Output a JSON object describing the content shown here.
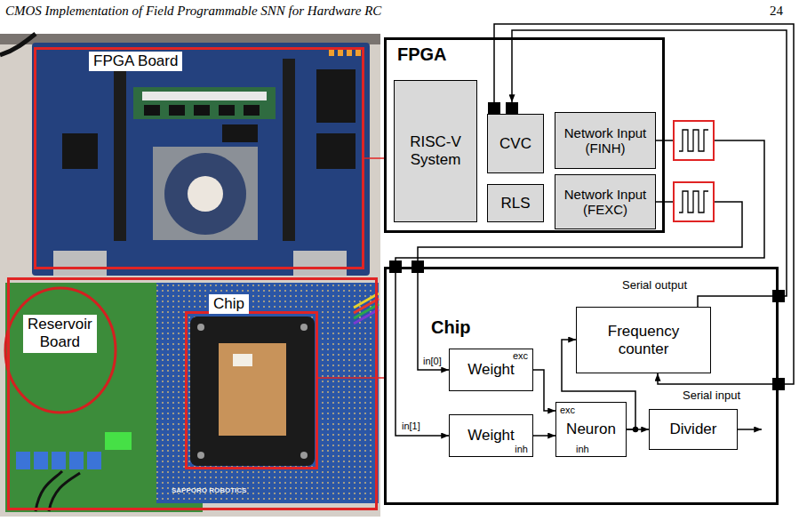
{
  "diagram": {
    "nodes": [
      {
        "text": [
          "FPGA Board"
        ]
      },
      {
        "text": [
          "Reservoir Board"
        ]
      },
      {
        "text": [
          "Chip"
        ],
        "in": 1
      },
      {
        "text": [
          "FPGA"
        ]
      },
      {
        "text": [
          "RISC-V System"
        ],
        "in": 3
      },
      {
        "text": [
          "CVC"
        ],
        "in": 3
      },
      {
        "text": [
          "Network Input (FINH)"
        ],
        "in": 3
      },
      {
        "text": [
          "RLS"
        ],
        "in": 3
      },
      {
        "text": [
          "Network Input (FEXC)"
        ],
        "in": 3
      },
      {
        "text": [
          "Chip"
        ]
      },
      {
        "text": [
          "Frequency counter"
        ],
        "in": 9
      },
      {
        "text": [
          "Weight",
          "exc"
        ],
        "in": 9
      },
      {
        "text": [
          "exc",
          "Neuron",
          "inh"
        ],
        "in": 9
      },
      {
        "text": [
          "Divider"
        ],
        "in": 9
      },
      {
        "text": [
          "Weight",
          "inh"
        ],
        "in": 9
      }
    ],
    "edges": [
      {
        "from": 0,
        "to": 3,
        "arrow": "none"
      },
      {
        "from": 2,
        "to": 9,
        "arrow": "none"
      },
      {
        "from": 6,
        "to": 14,
        "arrow": "to",
        "label": "in[1]"
      },
      {
        "from": 8,
        "to": 11,
        "arrow": "to",
        "label": "in[0]"
      },
      {
        "from": 5,
        "to": 10,
        "arrow": "to",
        "label": "Serial input"
      },
      {
        "from": 10,
        "to": 5,
        "arrow": "to",
        "label": "Serial output"
      },
      {
        "from": 11,
        "to": 12,
        "arrow": "to"
      },
      {
        "from": 14,
        "to": 12,
        "arrow": "to"
      },
      {
        "from": 12,
        "to": 13,
        "arrow": "to"
      },
      {
        "from": 12,
        "to": 10,
        "arrow": "to"
      }
    ],
    "labels": [
      "CMOS Implementation of Field Programmable SNN for Hardware RC",
      "24",
      "SAPPORO ROBOTICS"
    ]
  }
}
